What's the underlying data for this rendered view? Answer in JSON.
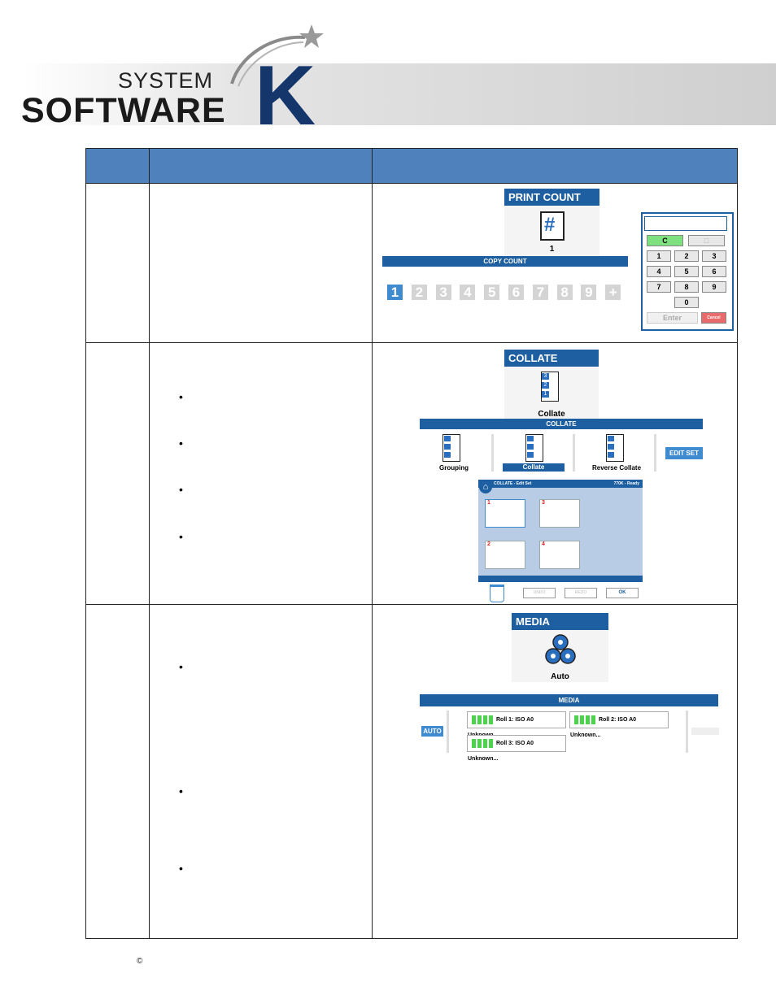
{
  "logo": {
    "line1": "SYSTEM",
    "line2": "SOFTWARE",
    "letter": "K"
  },
  "print_count": {
    "title": "PRINT COUNT",
    "count_value": "1",
    "bar_label": "COPY COUNT",
    "numbers": [
      "1",
      "2",
      "3",
      "4",
      "5",
      "6",
      "7",
      "8",
      "9",
      "+"
    ],
    "selected": "1",
    "keypad": {
      "clear": "C",
      "keys": [
        "1",
        "2",
        "3",
        "4",
        "5",
        "6",
        "7",
        "8",
        "9",
        "0"
      ],
      "enter": "Enter",
      "cancel": "Cancel"
    }
  },
  "collate": {
    "title": "COLLATE",
    "tile_value": "Collate",
    "bar_label": "COLLATE",
    "options": [
      "Grouping",
      "Collate",
      "Reverse Collate"
    ],
    "selected": "Collate",
    "edit_button": "EDIT SET",
    "edit_screen": {
      "title": "COLLATE - Edit Set",
      "status": "770K - Ready",
      "page_numbers": [
        "1",
        "3",
        "2",
        "4"
      ],
      "buttons": [
        "UNDO",
        "REDO",
        "OK"
      ]
    }
  },
  "media": {
    "title": "MEDIA",
    "tile_value": "Auto",
    "bar_label": "MEDIA",
    "auto_button": "AUTO",
    "rolls": [
      "Roll 1: ISO A0 Unknown...",
      "Roll 2: ISO A0 Unknown...",
      "Roll 3: ISO A0 Unknown..."
    ]
  },
  "footer": {
    "copyright": "©"
  },
  "colors": {
    "header": "#4f81bd",
    "tile_title": "#1d5fa0",
    "selected": "#3f8bd0",
    "logo_k": "#14366b"
  }
}
